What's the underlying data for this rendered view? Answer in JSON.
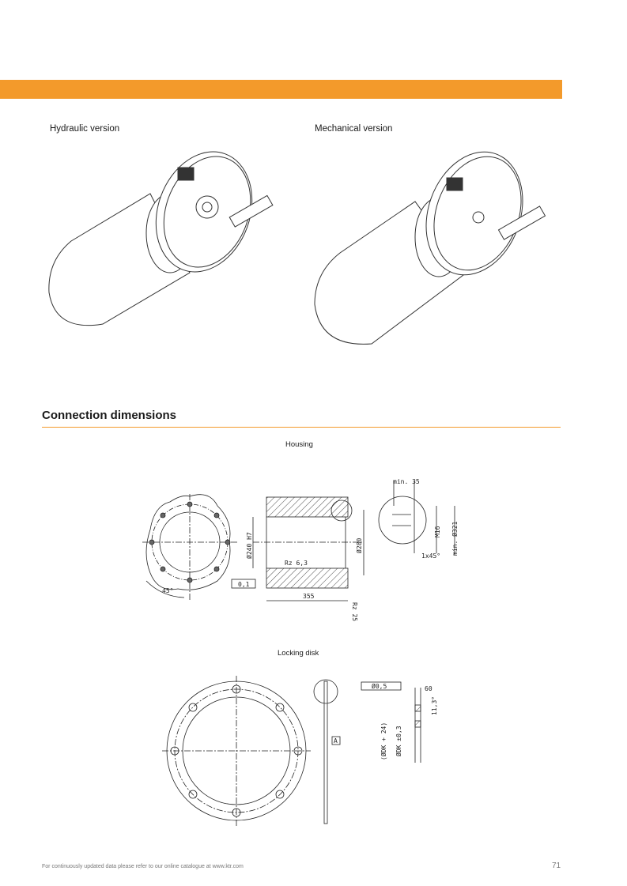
{
  "header": {
    "band_color": "#f39a2b"
  },
  "images": {
    "hydraulic_label": "Hydraulic version",
    "mechanical_label": "Mechanical version"
  },
  "section": {
    "title": "Connection dimensions"
  },
  "housing": {
    "title": "Housing",
    "angle": "45°",
    "flatness": "0,1",
    "bore": "Ø240 H7",
    "roughness_bore": "Rz 6,3",
    "length": "355",
    "diameter": "Ø280",
    "roughness_face": "Rz 25",
    "min_depth": "min. 35",
    "thread": "M16",
    "min_diameter": "min. Ø321",
    "chamfer": "1x45°"
  },
  "locking_disk": {
    "title": "Locking disk",
    "datum": "A",
    "position_tol": "Ø0,5",
    "thickness": "60",
    "angle": "11,3°",
    "dk_plus": "(ØDK + 24)",
    "dk_tol": "ØDK ±0,3"
  },
  "footer": {
    "text": "For continuously updated data please refer to our online catalogue at www.ktr.com",
    "page": "71"
  }
}
